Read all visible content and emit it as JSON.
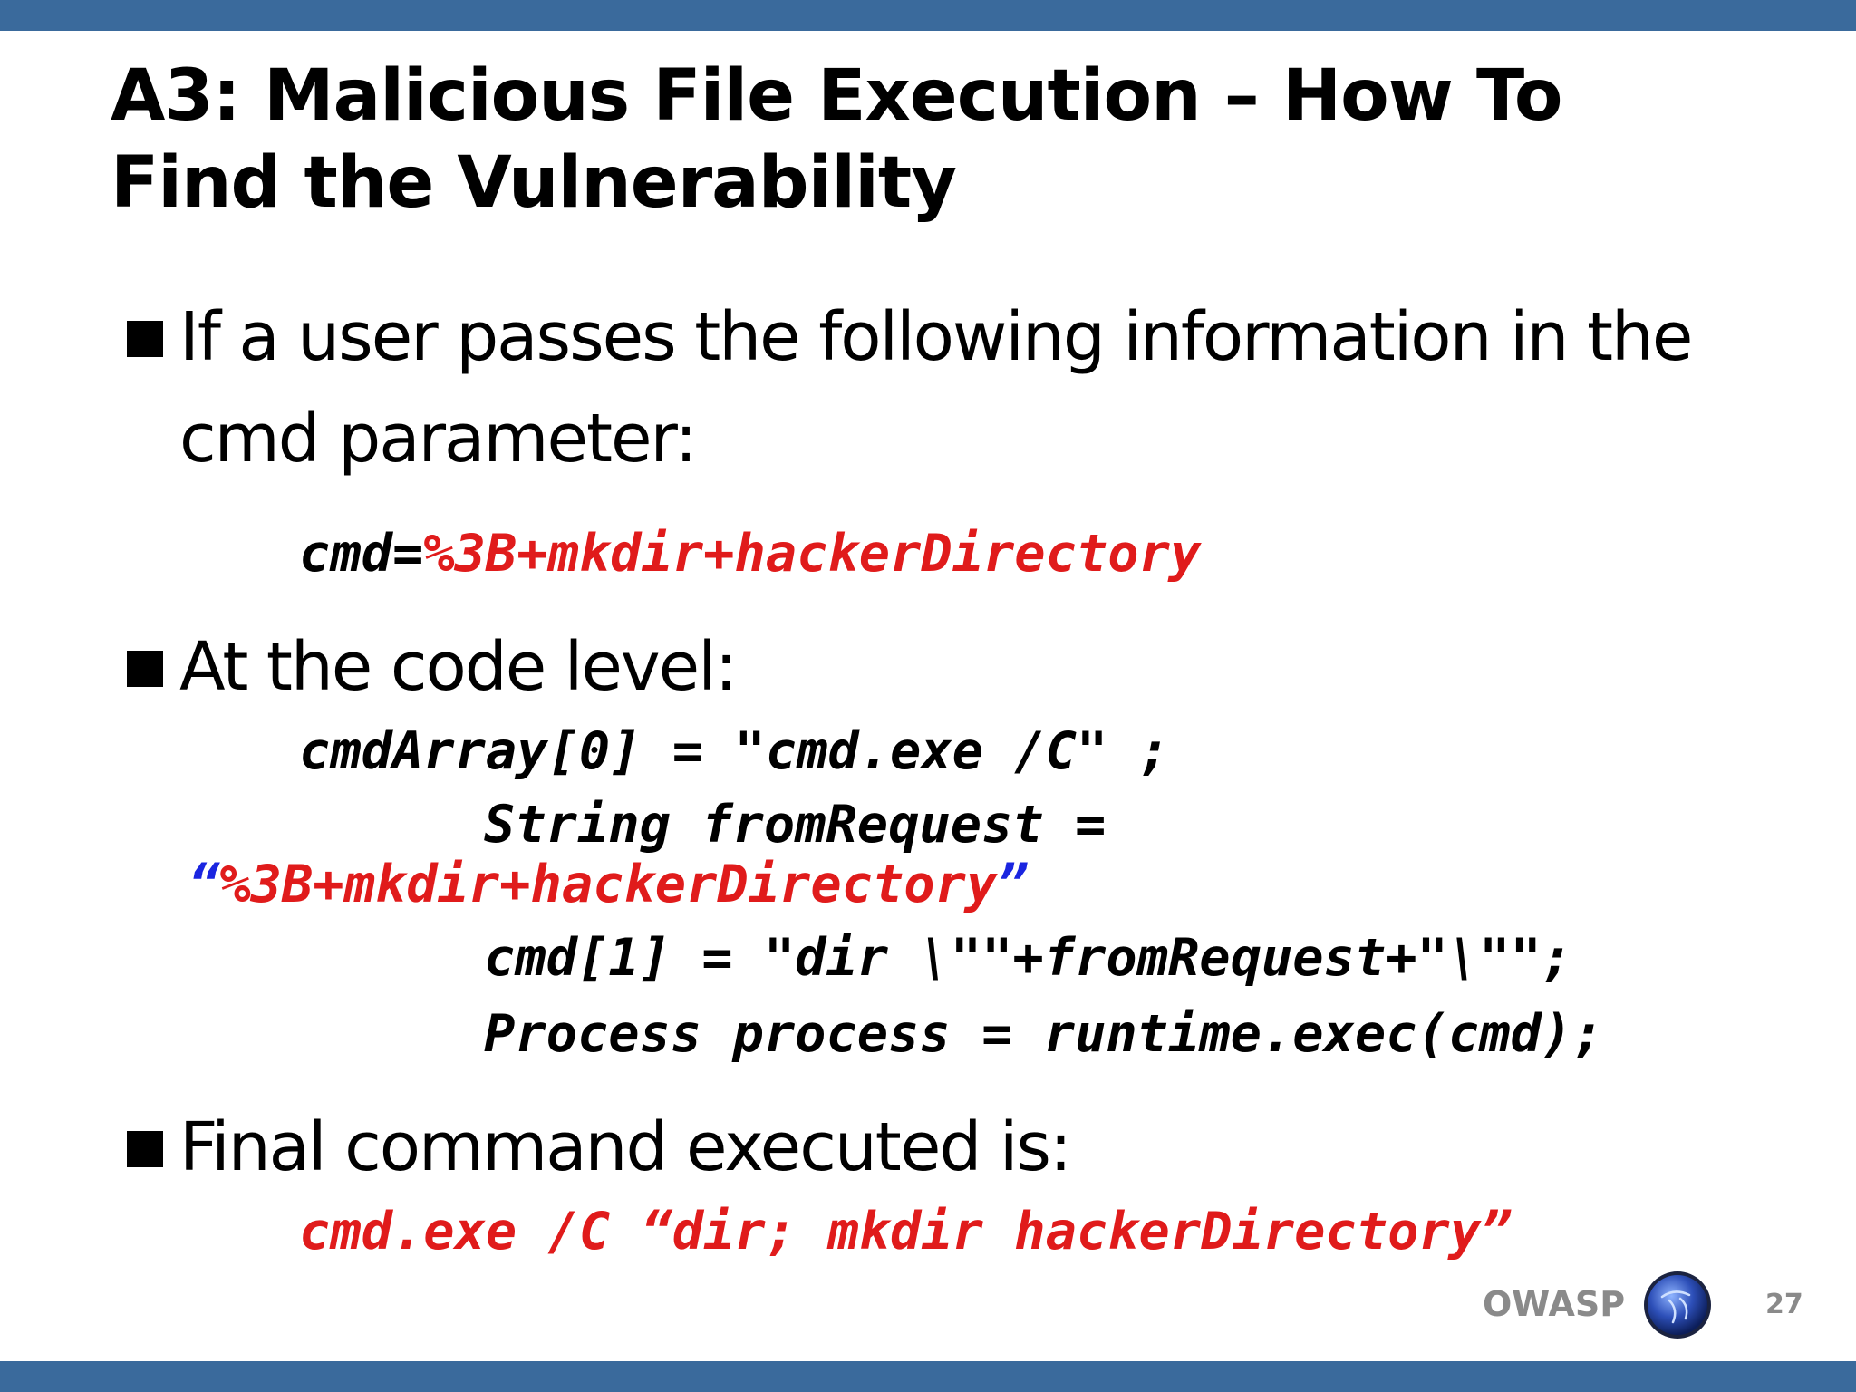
{
  "slide": {
    "title": "A3: Malicious File Execution – How To Find the Vulnerability",
    "bullets": [
      "If a user passes the following information in the cmd parameter:",
      "At the code level:",
      "Final command executed is:"
    ],
    "param_example": {
      "prefix": "cmd=",
      "value": "%3B+mkdir+hackerDirectory"
    },
    "code": {
      "line1": "cmdArray[0] = \"cmd.exe /C\" ;",
      "line2": "String fromRequest =",
      "line3_open_quote": "“",
      "line3_value": "%3B+mkdir+hackerDirectory",
      "line3_close_quote": "”",
      "line4": "cmd[1] = \"dir \\\"\"+fromRequest+\"\\\"\";",
      "line5": "Process process = runtime.exec(cmd);"
    },
    "final_command": "cmd.exe /C “dir; mkdir hackerDirectory”"
  },
  "footer": {
    "brand": "OWASP",
    "page_number": "27",
    "logo_icon": "owasp-wasp-logo"
  },
  "colors": {
    "header_bar": "#3a6a9c",
    "accent_red": "#e01b1b",
    "accent_blue": "#1a25e0",
    "footer_text": "#8a8a8a"
  }
}
